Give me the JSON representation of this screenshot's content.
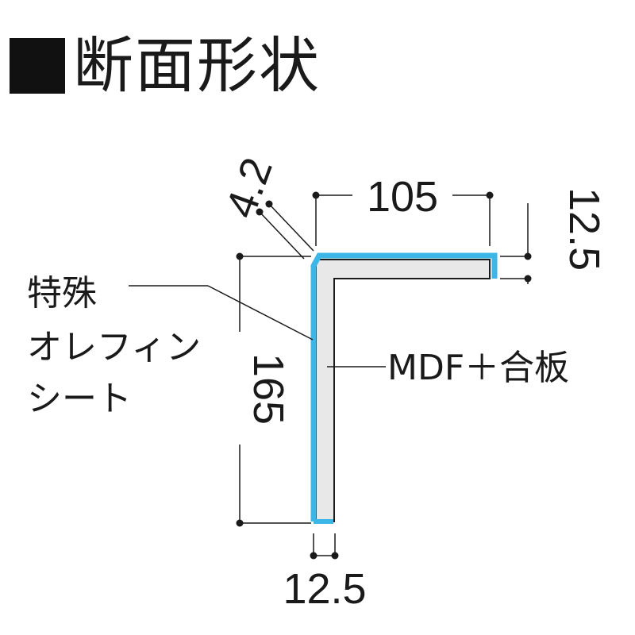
{
  "heading": {
    "text": "断面形状"
  },
  "dimensions": {
    "chamfer": "4.2",
    "width_top": "105",
    "thickness_right": "12.5",
    "height_left": "165",
    "thickness_bottom": "12.5"
  },
  "labels": {
    "sheet_line1": "特殊",
    "sheet_line2": "オレフィン",
    "sheet_line3": "シート",
    "core": "MDF＋合板"
  },
  "colors": {
    "sheet_blue": "#3bb6e6",
    "core_fill": "#e8e8e8",
    "outline": "#1a1a1a"
  }
}
